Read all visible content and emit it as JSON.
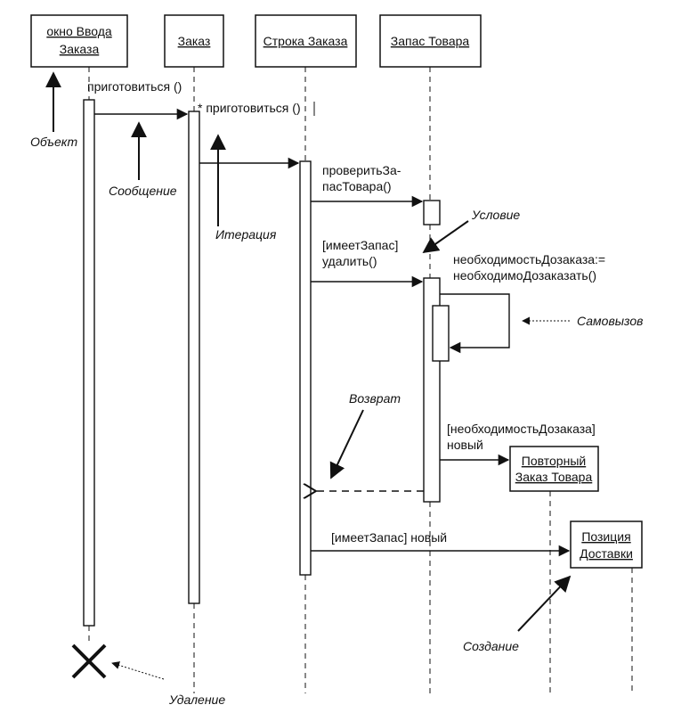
{
  "objects": {
    "order_entry_window": {
      "line1": "окно Ввода",
      "line2": "Заказа"
    },
    "order": {
      "label": "Заказ"
    },
    "order_line": {
      "label": "Строка Заказа"
    },
    "stock_item": {
      "label": "Запас Товара"
    },
    "reorder_item": {
      "line1": "Повторный",
      "line2": "Заказ Товара"
    },
    "delivery_item": {
      "line1": "Позиция",
      "line2": "Доставки"
    }
  },
  "messages": {
    "prepare": "приготовиться ()",
    "iter_prepare": "* приготовиться ()",
    "check_line1": "проверитьЗа-",
    "check_line2": "пасТовара()",
    "has_stock_line1": "[имеетЗапас]",
    "has_stock_line2": "удалить()",
    "need_line1": "необходимостьДозаказа:=",
    "need_line2": "необходимоДозаказать()",
    "need_reorder_line1": "[необходимостьДозаказа]",
    "need_reorder_line2": "новый",
    "has_stock_new": "[имеетЗапас] новый"
  },
  "annotations": {
    "object": "Объект",
    "message": "Сообщение",
    "iteration": "Итерация",
    "condition": "Условие",
    "self_call": "Самовызов",
    "return": "Возврат",
    "creation": "Создание",
    "deletion": "Удаление"
  }
}
